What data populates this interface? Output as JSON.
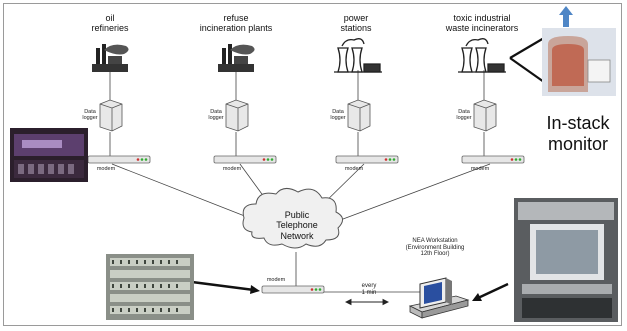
{
  "sources": [
    {
      "name": "oil refineries",
      "lines": [
        "oil",
        "refineries"
      ]
    },
    {
      "name": "refuse incineration plants",
      "lines": [
        "refuse",
        "incineration plants"
      ]
    },
    {
      "name": "power stations",
      "lines": [
        "power",
        "stations"
      ]
    },
    {
      "name": "toxic industrial waste incinerators",
      "lines": [
        "toxic industrial",
        "waste incinerators"
      ]
    }
  ],
  "data_logger": [
    "Data",
    "logger"
  ],
  "modem": "modem",
  "network": [
    "Public",
    "Telephone",
    "Network"
  ],
  "in_stack_monitor": [
    "In-stack",
    "monitor"
  ],
  "workstation": [
    "NEA Workstation",
    "(Environment Building",
    "12th Floor)"
  ],
  "interval": [
    "every",
    "1 min"
  ]
}
